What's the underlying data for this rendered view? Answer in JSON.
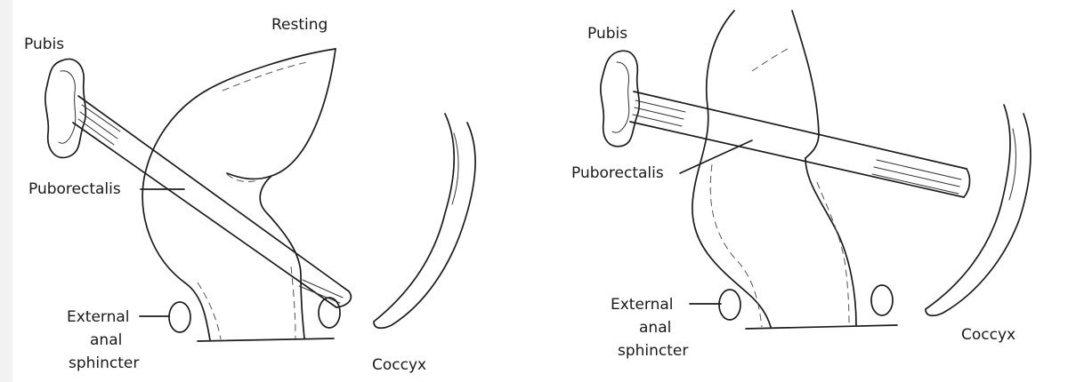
{
  "panels": [
    {
      "id": "resting",
      "labels": {
        "state": "Resting",
        "pubis": "Pubis",
        "puborectalis": "Puborectalis",
        "external_line1": "External",
        "external_line2": "anal",
        "external_line3": "sphincter",
        "coccyx": "Coccyx"
      }
    },
    {
      "id": "straining",
      "labels": {
        "pubis": "Pubis",
        "puborectalis": "Puborectalis",
        "external_line1": "External",
        "external_line2": "anal",
        "external_line3": "sphincter",
        "coccyx": "Coccyx"
      }
    }
  ]
}
